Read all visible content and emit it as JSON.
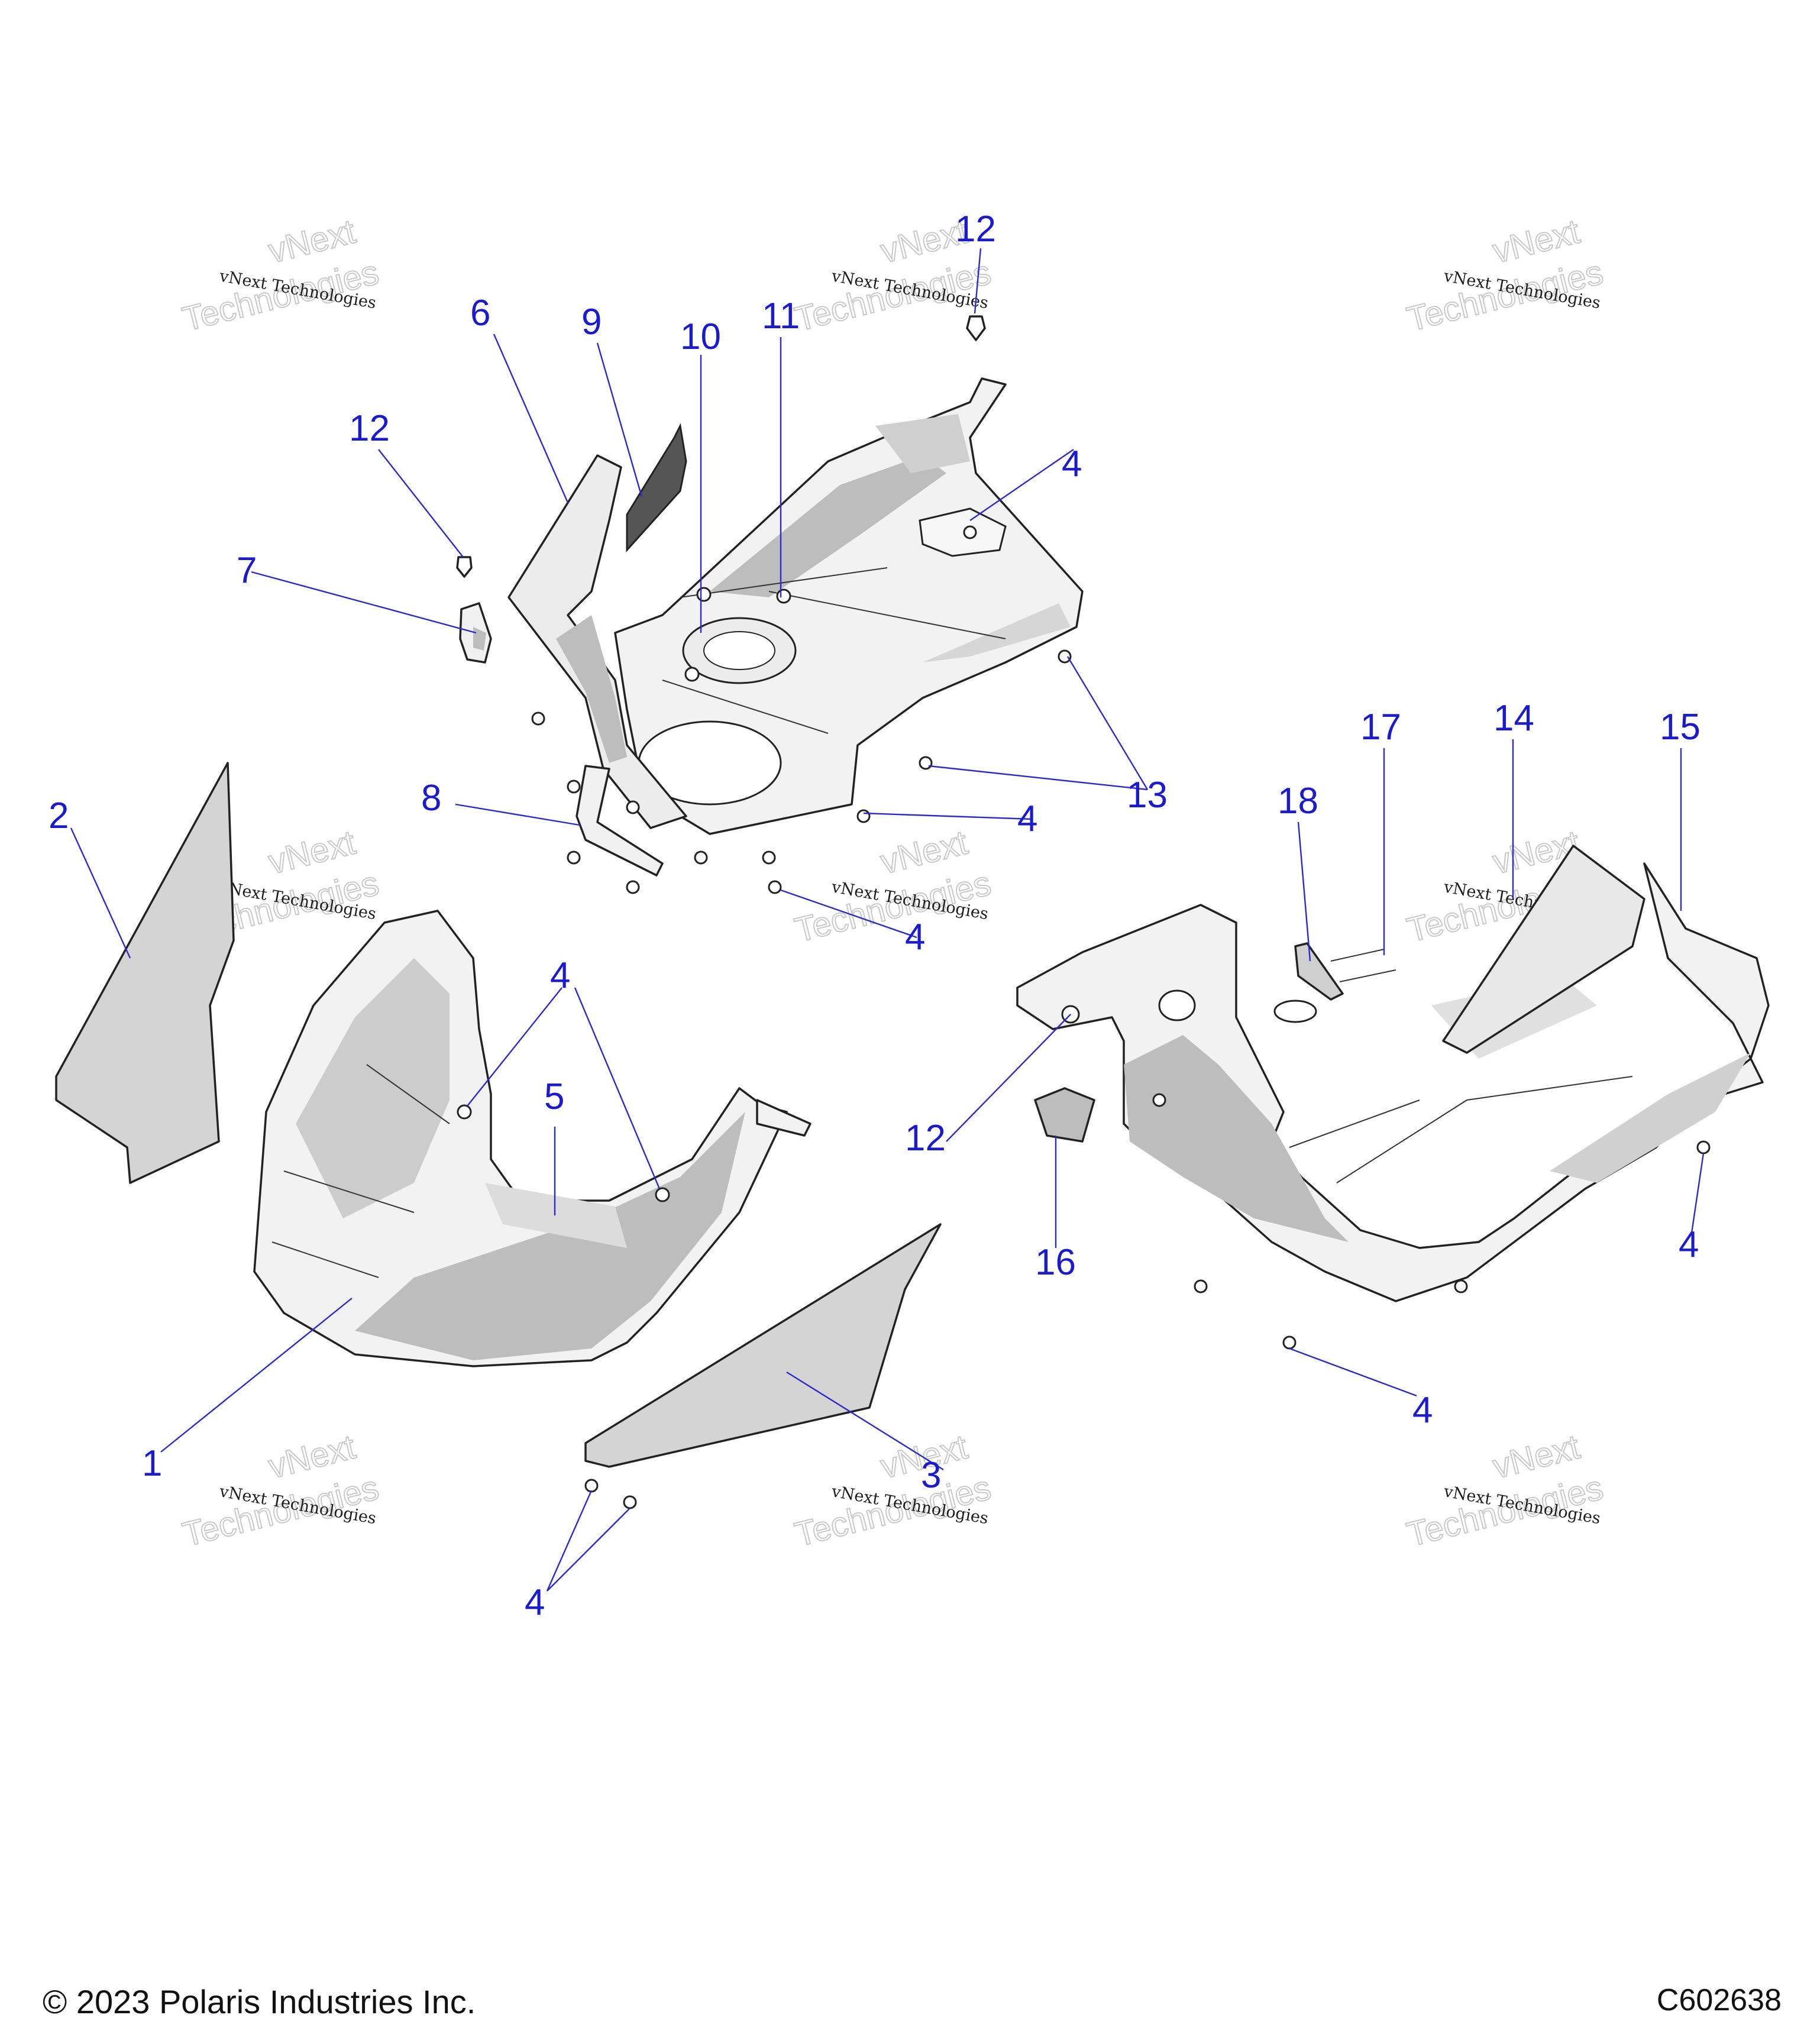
{
  "watermark": {
    "line1": "vNext Technologies",
    "line2a": "vNext",
    "line2b": "Technologies"
  },
  "callouts": [
    {
      "id": "c1",
      "label": "1"
    },
    {
      "id": "c2",
      "label": "2"
    },
    {
      "id": "c3",
      "label": "3"
    },
    {
      "id": "c4a",
      "label": "4"
    },
    {
      "id": "c4b",
      "label": "4"
    },
    {
      "id": "c4c",
      "label": "4"
    },
    {
      "id": "c4d",
      "label": "4"
    },
    {
      "id": "c4e",
      "label": "4"
    },
    {
      "id": "c4f",
      "label": "4"
    },
    {
      "id": "c4g",
      "label": "4"
    },
    {
      "id": "c4h",
      "label": "4"
    },
    {
      "id": "c5",
      "label": "5"
    },
    {
      "id": "c6",
      "label": "6"
    },
    {
      "id": "c7",
      "label": "7"
    },
    {
      "id": "c8",
      "label": "8"
    },
    {
      "id": "c9",
      "label": "9"
    },
    {
      "id": "c10",
      "label": "10"
    },
    {
      "id": "c11",
      "label": "11"
    },
    {
      "id": "c12a",
      "label": "12"
    },
    {
      "id": "c12b",
      "label": "12"
    },
    {
      "id": "c12c",
      "label": "12"
    },
    {
      "id": "c13",
      "label": "13"
    },
    {
      "id": "c14",
      "label": "14"
    },
    {
      "id": "c15",
      "label": "15"
    },
    {
      "id": "c16",
      "label": "16"
    },
    {
      "id": "c17",
      "label": "17"
    },
    {
      "id": "c18",
      "label": "18"
    }
  ],
  "footer": {
    "copyright": "© 2023 Polaris Industries Inc.",
    "figure_id": "C602638"
  },
  "colors": {
    "callout": "#1a1acf",
    "part_fill": "#f2f2f2",
    "part_shade": "#bdbdbd",
    "panel_fill": "#d4d4d4"
  }
}
